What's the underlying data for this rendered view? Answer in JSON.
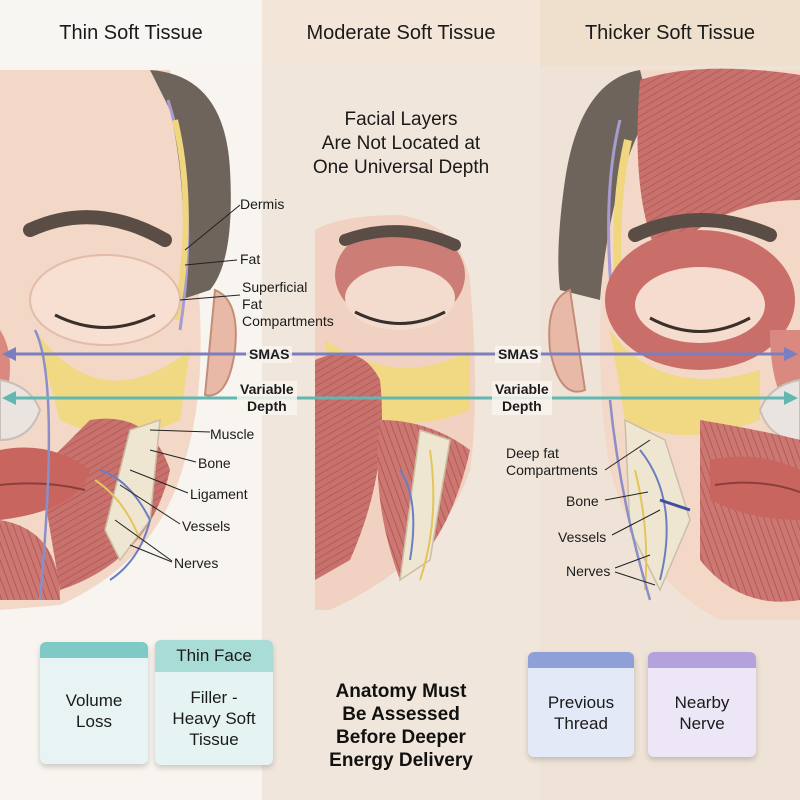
{
  "headers": {
    "left": "Thin Soft Tissue",
    "middle": "Moderate Soft Tissue",
    "right": "Thicker Soft Tissue"
  },
  "center_title": [
    "Facial Layers",
    "Are Not Located at",
    "One Universal Depth"
  ],
  "left_labels": {
    "dermis": "Dermis",
    "fat": "Fat",
    "superficial_fat": [
      "Superficial",
      "Fat",
      "Compartments"
    ],
    "muscle": "Muscle",
    "bone": "Bone",
    "ligament": "Ligament",
    "vessels": "Vessels",
    "nerves": "Nerves"
  },
  "band_labels": {
    "smas_left": "SMAS",
    "smas_right": "SMAS",
    "depth_left": [
      "Variable",
      "Depth"
    ],
    "depth_right": [
      "Variable",
      "Depth"
    ]
  },
  "right_labels": {
    "deep_fat": [
      "Deep fat",
      "Compartments"
    ],
    "bone": "Bone",
    "vessels": "Vessels",
    "nerves": "Nerves"
  },
  "bottom_message": [
    "Anatomy Must",
    "Be Assessed",
    "Before Deeper",
    "Energy Delivery"
  ],
  "cards": {
    "volume_loss": [
      "Volume",
      "Loss"
    ],
    "thin_face": {
      "title": "Thin Face",
      "body": [
        "Filler -",
        "Heavy Soft",
        "Tissue"
      ]
    },
    "previous_thread": [
      "Previous",
      "Thread"
    ],
    "nearby_nerve": [
      "Nearby",
      "Nerve"
    ]
  },
  "colors": {
    "smas_line": "#7b7fc0",
    "depth_line": "#62b7b0",
    "muscle": "#c9716c",
    "fat": "#f3df8c",
    "skin": "#f2d6c6",
    "hair": "#6e645c",
    "card_teal": "#7fcac6",
    "card_blue": "#8fa0d8",
    "card_purple": "#b4a2dc"
  }
}
